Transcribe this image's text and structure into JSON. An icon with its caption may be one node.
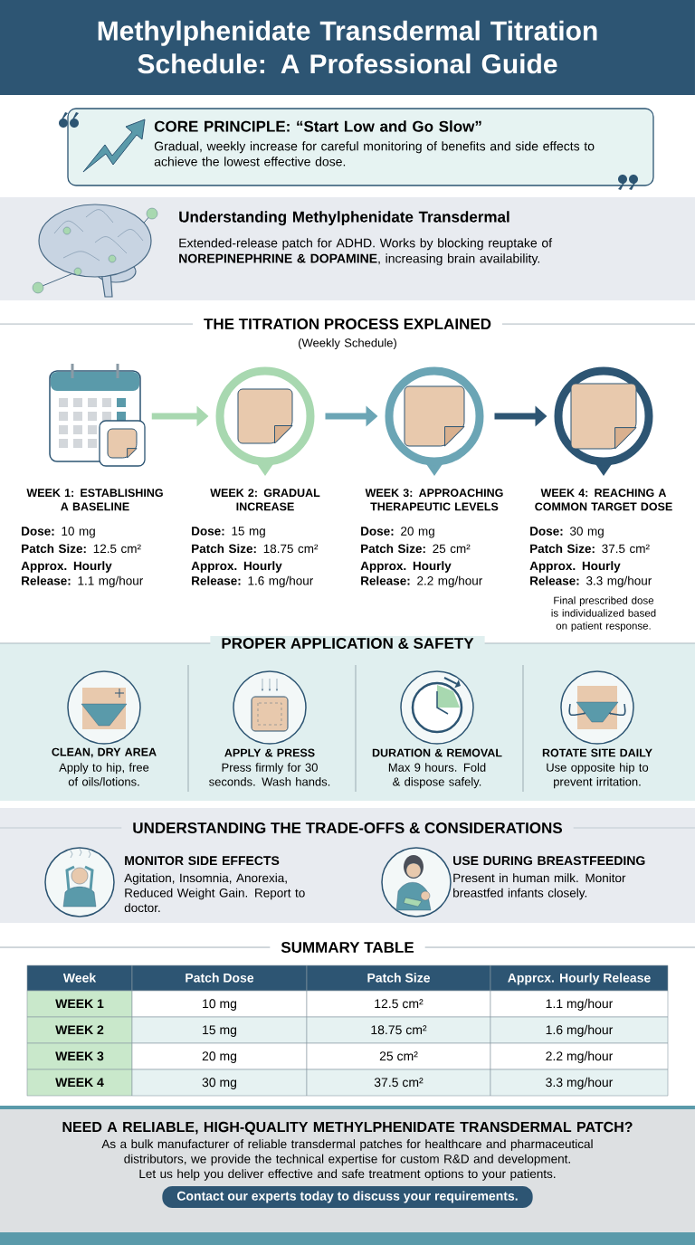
{
  "diagram": {
    "title": "Methylphenidate Transdermal Titration Schedule: A Professional Guide",
    "nodes": [
      {
        "text": [
          "WEEK 1: ESTABLISHING A BASELINE",
          "**Dose:** 10 mg",
          "**Patch Size:** 12.5 cm²",
          "**Approx. Hourly Release:** 1.1 mg/hour"
        ]
      },
      {
        "text": [
          "WEEK 2: GRADUAL INCREASE",
          "**Dose:** 15 mg",
          "**Patch Size:** 18.75 cm²",
          "**Approx. Hourly Release:** 1.6 mg/hour"
        ]
      },
      {
        "text": [
          "WEEK 3: APPROACHING THERAPEUTIC LEVELS",
          "**Dose:** 20 mg",
          "**Patch Size:** 25 cm²",
          "**Approx. Hourly Release:** 2.2 mg/hour"
        ]
      },
      {
        "text": [
          "WEEK 4: REACHING A COMMON TARGET DOSE",
          "**Dose:** 30 mg",
          "**Patch Size:** 37.5 cm²",
          "**Approx. Hourly Release:** 3.3 mg/hour"
        ]
      }
    ],
    "edges": [
      {
        "from": 0,
        "to": 1,
        "arrow": "to",
        "color": "#a8d8b0"
      },
      {
        "from": 1,
        "to": 2,
        "arrow": "to",
        "color": "#6ba5b5"
      },
      {
        "from": 2,
        "to": 3,
        "arrow": "to",
        "color": "#2d5573"
      }
    ],
    "labels": [
      "CORE PRINCIPLE: “Start Low and Go Slow”",
      "Gradual, weekly increase for careful monitoring of benefits and side effects to achieve the lowest effective dose.",
      "Understanding Methylphenidate Transdermal",
      "Extended-release patch for ADHD. Works by blocking reuptake of **NOREPINEPHRINE & DOPAMINE**, increasing brain availability.",
      "THE TITRATION PROCESS EXPLAINED",
      "(Weekly Schedule)",
      "Final prescribed dose is individualized based on patient response.",
      "PROPER APPLICATION & SAFETY",
      "CLEAN, DRY AREA",
      "Apply to hip, free of oils/lotions.",
      "APPLY & PRESS",
      "Press firmly for 30 seconds. Wash hands.",
      "DURATION & REMOVAL",
      "Max 9 hours. Fold & dispose safely.",
      "ROTATE SITE DAILY",
      "Use opposite hip to prevent irritation.",
      "UNDERSTANDING THE TRADE-OFFS & CONSIDERATIONS",
      "MONITOR SIDE EFFECTS",
      "Agitation, Insomnia, Anorexia, Reduced Weight Gain. Report to doctor.",
      "USE DURING BREASTFEEDING",
      "Present in human milk. Monitor breastfed infants closely.",
      "SUMMARY TABLE",
      "Week",
      "Patch Dose",
      "Patch Size",
      "Apprcx. Hourly Release",
      "WEEK 1",
      "10 mg",
      "12.5 cm²",
      "1.1 mg/hour",
      "WEEK 2",
      "15 mg",
      "18.75 cm²",
      "1.6 mg/hour",
      "WEEK 3",
      "20 mg",
      "25 cm²",
      "2.2 mg/hour",
      "WEEK 4",
      "30 mg",
      "37.5 cm²",
      "3.3 mg/hour",
      "NEED A RELIABLE, HIGH-QUALITY METHYLPHENIDATE TRANSDERMAL PATCH?",
      "As a bulk manufacturer of reliable transdermal patches for healthcare and pharmaceutical distributors, we provide the technical expertise for custom R&D and development. Let us help you deliver effective and safe treatment options to your patients.",
      "Contact our experts today to discuss your requirements."
    ]
  }
}
